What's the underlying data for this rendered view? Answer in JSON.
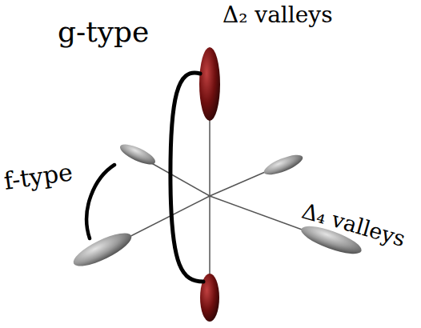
{
  "diagram": {
    "labels": [
      "g-type",
      "Δ₂ valleys",
      "f-type",
      "Δ₄ valleys"
    ]
  }
}
